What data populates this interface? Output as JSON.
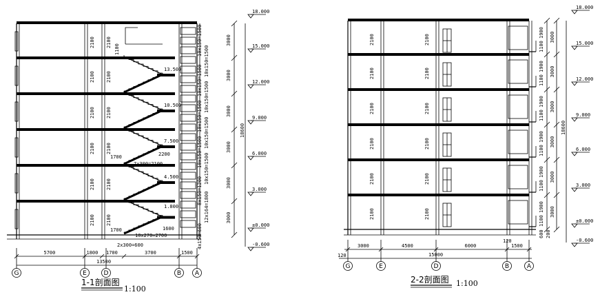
{
  "sections": [
    {
      "id": "s1",
      "title": "1-1剖面图",
      "scale": "1:100",
      "levels": [
        "18.000",
        "15.000",
        "12.000",
        "9.000",
        "6.000",
        "3.000",
        "±0.000",
        "-0.600"
      ],
      "floor_dims": [
        "3000",
        "3000",
        "3000",
        "3000",
        "3000",
        "3000"
      ],
      "total_height": "18600",
      "bottom_dims": [
        "5700",
        "1800",
        "1700",
        "3700",
        "1500"
      ],
      "total_width": "13500",
      "axes": [
        "G",
        "E",
        "D",
        "B",
        "A"
      ],
      "window_dim": "2100",
      "stair_texts": [
        "13.500",
        "10.500",
        "7.500",
        "4.500",
        "1.800",
        "1700",
        "2200",
        "1700",
        "1600",
        "1100"
      ],
      "stair_notes": [
        "7x300=2100",
        "2x300=600",
        "10x270=2700"
      ],
      "flight_labels": [
        "10x150=1500",
        "10x150=1500",
        "10x150=1500",
        "10x150=1500",
        "10x150=1500",
        "10x150=1500",
        "10x150=1500",
        "10x150=1500",
        "8x150=1200",
        "12x164=1800",
        "4x150=600"
      ]
    },
    {
      "id": "s2",
      "title": "2-2剖面图",
      "scale": "1:100",
      "levels": [
        "18.000",
        "15.000",
        "12.000",
        "9.000",
        "6.000",
        "3.000",
        "±0.000",
        "-0.600"
      ],
      "floor_dims": [
        "3000",
        "3000",
        "3000",
        "3000",
        "3000",
        "3000"
      ],
      "sub_dims": [
        "1900",
        "1100"
      ],
      "total_height": "18600",
      "bottom_dims": [
        "3000",
        "4500",
        "6000",
        "1500"
      ],
      "total_width": "15000",
      "edge_dims": [
        "120",
        "120"
      ],
      "axes": [
        "G",
        "E",
        "D",
        "B",
        "A"
      ],
      "window_dim": "2100",
      "base_dims": [
        "600",
        "200"
      ]
    }
  ]
}
